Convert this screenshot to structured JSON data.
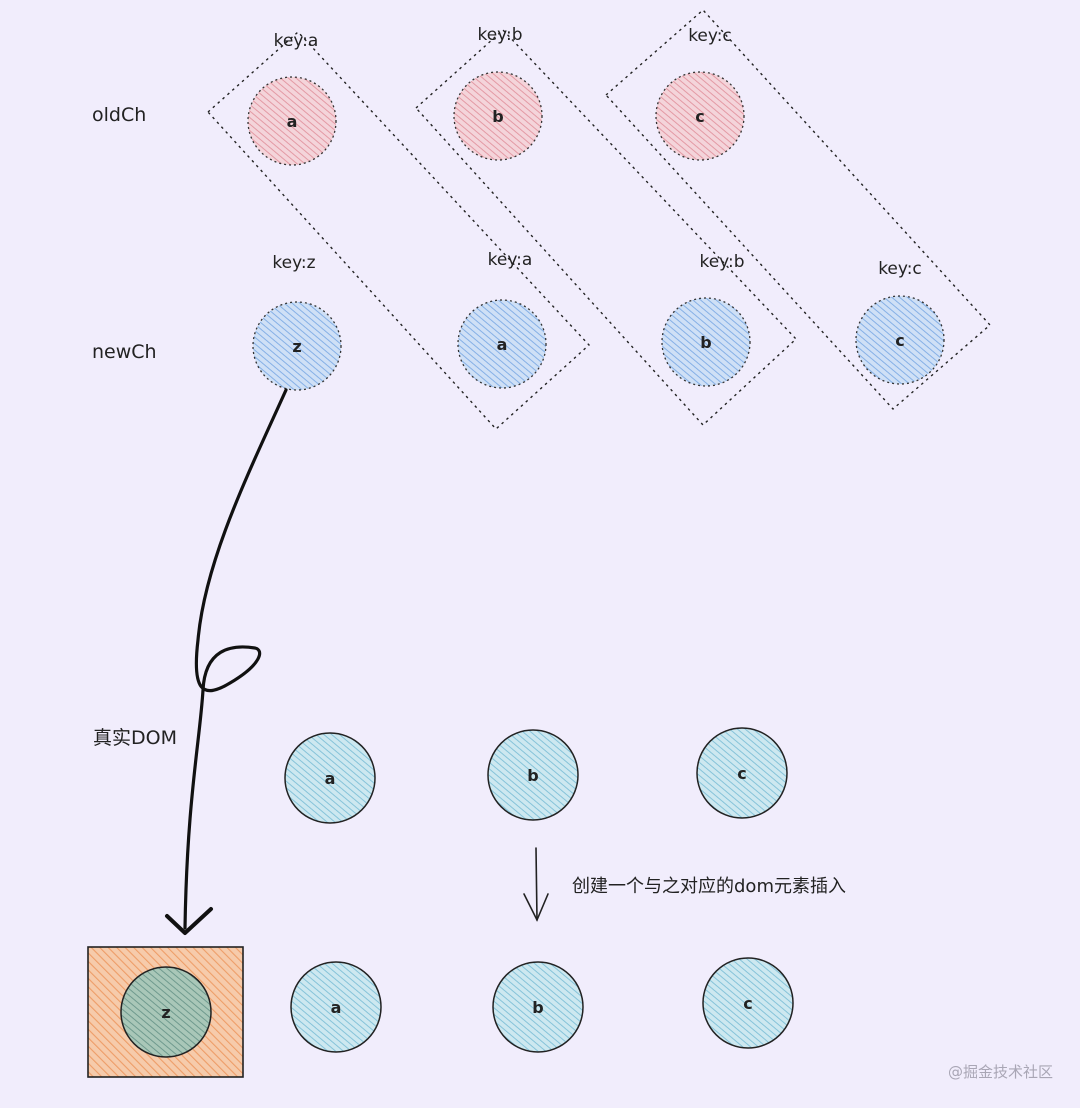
{
  "labels": {
    "old_row": "oldCh",
    "new_row": "newCh",
    "real_dom": "真实DOM",
    "insert_note": "创建一个与之对应的dom元素插入",
    "watermark": "@掘金技术社区"
  },
  "old_children": [
    {
      "key": "key:a",
      "text": "a"
    },
    {
      "key": "key:b",
      "text": "b"
    },
    {
      "key": "key:c",
      "text": "c"
    }
  ],
  "new_children": [
    {
      "key": "key:z",
      "text": "z"
    },
    {
      "key": "key:a",
      "text": "a"
    },
    {
      "key": "key:b",
      "text": "b"
    },
    {
      "key": "key:c",
      "text": "c"
    }
  ],
  "dom_before": [
    "a",
    "b",
    "c"
  ],
  "dom_after": [
    "z",
    "a",
    "b",
    "c"
  ],
  "colors": {
    "background": "#f1edfc",
    "old_node": "#e8a0a8",
    "new_node": "#92b9ea",
    "dom_node": "#92cbde",
    "inserted_box": "#f1a877",
    "inserted_node": "#6f9e94"
  }
}
